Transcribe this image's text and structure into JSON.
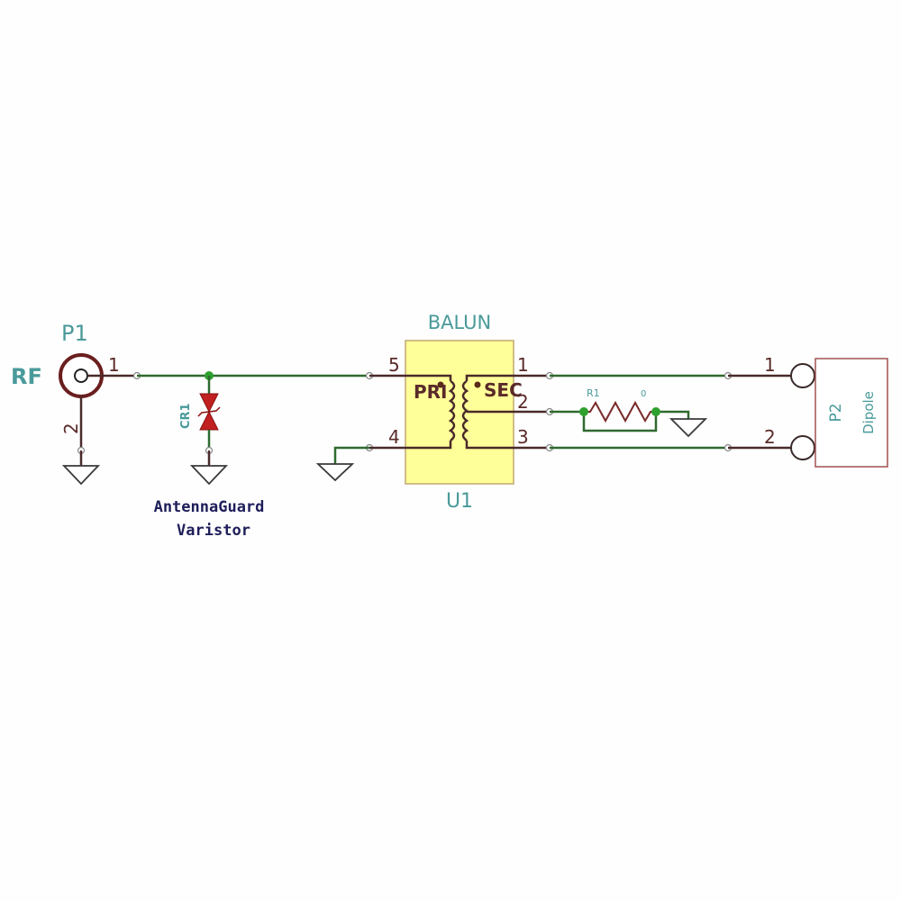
{
  "connector_p1": {
    "ref": "P1",
    "net": "RF",
    "pin1": "1",
    "pin2": "2"
  },
  "varistor": {
    "ref": "CR1",
    "name_line1": "AntennaGuard",
    "name_line2": "Varistor"
  },
  "balun": {
    "title": "BALUN",
    "ref": "U1",
    "primary": "PRI",
    "secondary": "SEC",
    "pin5": "5",
    "pin4": "4",
    "pin1": "1",
    "pin2": "2",
    "pin3": "3"
  },
  "resistor": {
    "ref": "R1",
    "value": "0"
  },
  "connector_p2": {
    "ref": "P2",
    "name": "Dipole",
    "pin1": "1",
    "pin2": "2"
  },
  "colors": {
    "wire": "#2f6a2f",
    "label": "#4a9a9a",
    "balun_fill": "#ffff99",
    "varistor": "#c02020"
  }
}
